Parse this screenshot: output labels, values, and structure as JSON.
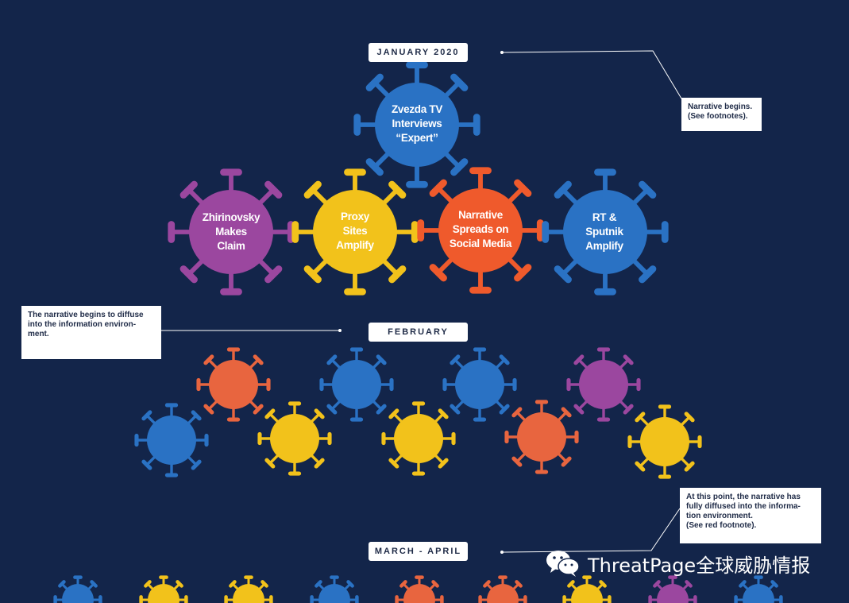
{
  "sections": {
    "january": "JANUARY 2020",
    "february": "FEBRUARY",
    "march_april": "MARCH - APRIL"
  },
  "notes": {
    "n1": "Narrative begins.\n(See footnotes).",
    "n2": "The narrative begins to diffuse\ninto the information environ-\nment.",
    "n3": "At this point, the narrative has\nfully diffused into the informa-\ntion environment.\n(See red footnote)."
  },
  "viruses": {
    "zvezda": "Zvezda TV\nInterviews\n“Expert”",
    "zhirinovsky": "Zhirinovsky\nMakes\nClaim",
    "proxy": "Proxy\nSites\nAmplify",
    "narrative": "Narrative\nSpreads on\nSocial Media",
    "rt": "RT &\nSputnik\nAmplify"
  },
  "colors": {
    "background": "#13254a",
    "blue": "#2a72c4",
    "purple": "#9b479f",
    "yellow": "#f2c21b",
    "orange": "#ef5a2c",
    "orange_soft": "#e8653f"
  },
  "watermark": {
    "text": "ThreatPage全球威胁情报",
    "icon": "wechat-icon"
  }
}
